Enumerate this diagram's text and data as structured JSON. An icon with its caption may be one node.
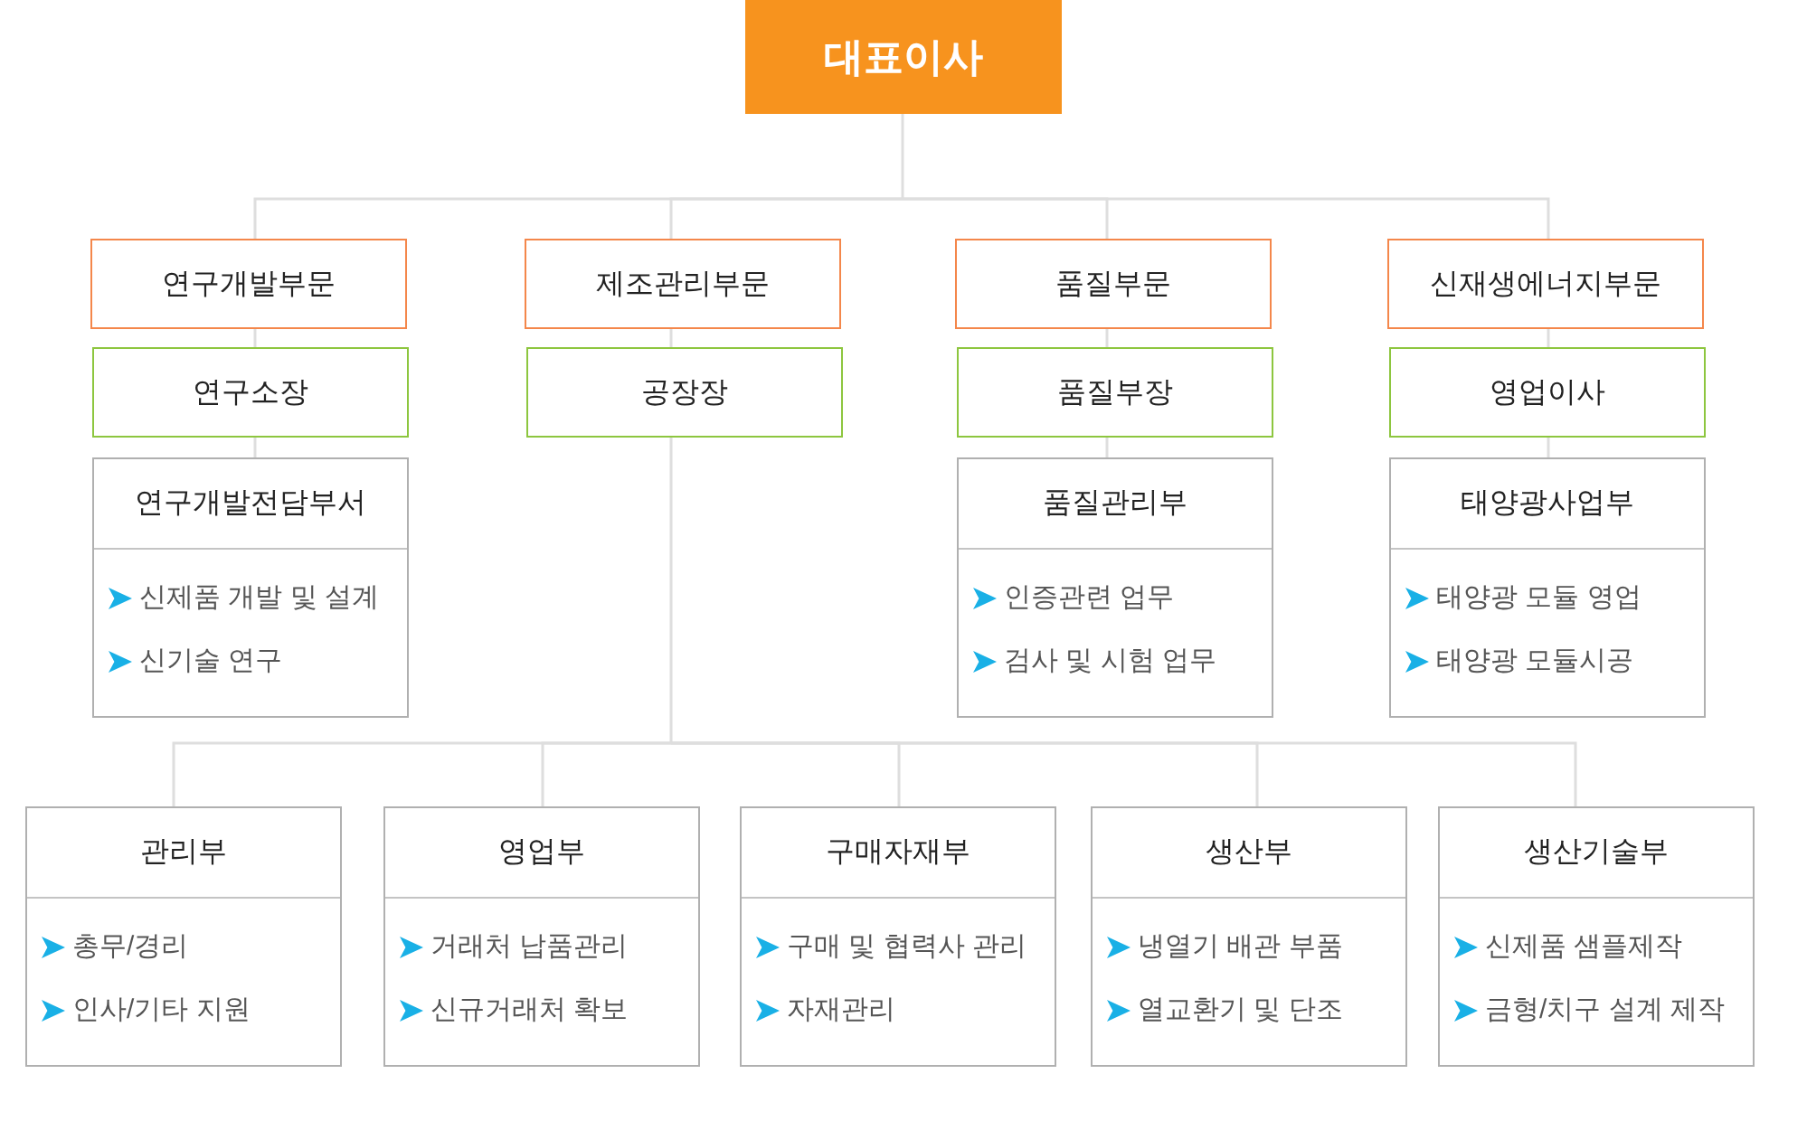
{
  "diagram": {
    "nodes": [
      {
        "text": [
          "대표이사"
        ]
      },
      {
        "text": [
          "연구개발부문"
        ]
      },
      {
        "text": [
          "제조관리부문"
        ]
      },
      {
        "text": [
          "품질부문"
        ]
      },
      {
        "text": [
          "신재생에너지부문"
        ]
      },
      {
        "text": [
          "연구소장"
        ]
      },
      {
        "text": [
          "공장장"
        ]
      },
      {
        "text": [
          "품질부장"
        ]
      },
      {
        "text": [
          "영업이사"
        ]
      },
      {
        "text": [
          "연구개발전담부서",
          "신제품 개발 및 설계",
          "신기술 연구"
        ]
      },
      {
        "text": [
          "품질관리부",
          "인증관련 업무",
          "검사 및 시험 업무"
        ]
      },
      {
        "text": [
          "태양광사업부",
          "태양광 모듈 영업",
          "태양광 모듈시공"
        ]
      },
      {
        "text": [
          "관리부",
          "총무/경리",
          "인사/기타 지원"
        ]
      },
      {
        "text": [
          "영업부",
          "거래처 납품관리",
          "신규거래처 확보"
        ]
      },
      {
        "text": [
          "구매자재부",
          "구매 및 협력사 관리",
          "자재관리"
        ]
      },
      {
        "text": [
          "생산부",
          "냉열기 배관 부품",
          "열교환기 및 단조"
        ]
      },
      {
        "text": [
          "생산기술부",
          "신제품 샘플제작",
          "금형/치구 설계 제작"
        ]
      }
    ],
    "edges": [
      {
        "from": 0,
        "to": 1,
        "arrow": "none"
      },
      {
        "from": 0,
        "to": 2,
        "arrow": "none"
      },
      {
        "from": 0,
        "to": 3,
        "arrow": "none"
      },
      {
        "from": 0,
        "to": 4,
        "arrow": "none"
      },
      {
        "from": 1,
        "to": 5,
        "arrow": "none"
      },
      {
        "from": 2,
        "to": 6,
        "arrow": "none"
      },
      {
        "from": 3,
        "to": 7,
        "arrow": "none"
      },
      {
        "from": 4,
        "to": 8,
        "arrow": "none"
      },
      {
        "from": 5,
        "to": 9,
        "arrow": "none"
      },
      {
        "from": 7,
        "to": 10,
        "arrow": "none"
      },
      {
        "from": 8,
        "to": 11,
        "arrow": "none"
      },
      {
        "from": 6,
        "to": 12,
        "arrow": "none"
      },
      {
        "from": 6,
        "to": 13,
        "arrow": "none"
      },
      {
        "from": 6,
        "to": 14,
        "arrow": "none"
      },
      {
        "from": 6,
        "to": 15,
        "arrow": "none"
      },
      {
        "from": 6,
        "to": 16,
        "arrow": "none"
      }
    ]
  }
}
